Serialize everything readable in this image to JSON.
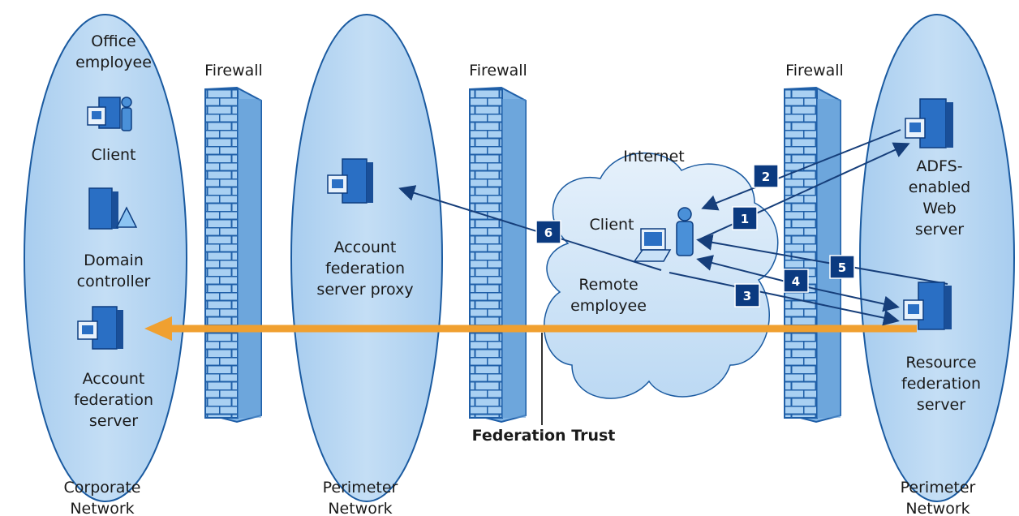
{
  "zones": {
    "corporate": "Corporate\nNetwork",
    "perimeter_left": "Perimeter\nNetwork",
    "perimeter_right": "Perimeter\nNetwork",
    "internet": "Internet"
  },
  "firewalls": [
    "Firewall",
    "Firewall",
    "Firewall"
  ],
  "nodes": {
    "office_employee": "Office\nemployee",
    "client_corp": "Client",
    "domain_controller": "Domain\ncontroller",
    "account_federation_server": "Account\nfederation\nserver",
    "account_federation_proxy": "Account\nfederation\nserver proxy",
    "client_remote": "Client",
    "remote_employee": "Remote\nemployee",
    "adfs_web_server": "ADFS-\nenabled\nWeb\nserver",
    "resource_federation_server": "Resource\nfederation\nserver"
  },
  "trust_label": "Federation Trust",
  "steps": [
    "1",
    "2",
    "3",
    "4",
    "5",
    "6"
  ],
  "colors": {
    "zone_fill": "#b6d7f3",
    "zone_stroke": "#1a5aa0",
    "firewall_fill": "#9cc7ef",
    "firewall_brick": "#1f5fa8",
    "arrow_blue": "#163e7a",
    "badge": "#0b3a80",
    "trust_arrow": "#f0a030",
    "cloud_fill": "#cfe5f8"
  },
  "icons": [
    "server-icon",
    "user-icon",
    "laptop-icon",
    "cloud-icon",
    "firewall-icon"
  ]
}
